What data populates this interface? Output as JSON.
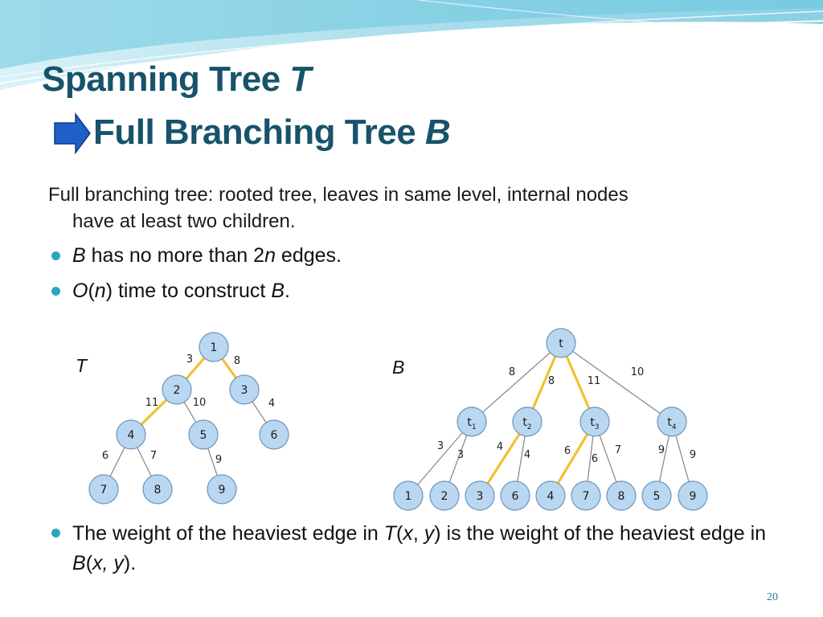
{
  "slide": {
    "title_line1": "Spanning Tree",
    "title_line1_var": "T",
    "title_line2": "Full Branching Tree",
    "title_line2_var": "B",
    "intro_line1": "Full branching tree:  rooted tree, leaves in same level, internal nodes",
    "intro_line2": "have at least two children.",
    "bullet1": {
      "var": "B",
      "text_a": " has no more than 2",
      "var2": "n",
      "text_b": " edges."
    },
    "bullet2": {
      "var": "O",
      "text_a": "(",
      "var2": "n",
      "text_b": ") time to construct ",
      "var3": "B",
      "text_c": "."
    },
    "bullet3": {
      "a": "The weight of the heaviest edge in ",
      "v1": "T",
      "b": "(",
      "v2": "x",
      "c": ", ",
      "v3": "y",
      "d": ") is the weight of the heaviest edge in ",
      "v4": "B",
      "e": "(",
      "v5": "x, y",
      "f": ")."
    },
    "label_T": "T",
    "label_B": "B",
    "page_number": "20"
  },
  "colors": {
    "title": "#17536b",
    "bullet": "#29a6c4",
    "node_fill": "#b9d7f1",
    "node_stroke": "#6f93b8",
    "edge": "#8c8c8c",
    "highlight_edge": "#f2c12e"
  },
  "tree_T": {
    "nodes": [
      {
        "id": "1",
        "label": "1"
      },
      {
        "id": "2",
        "label": "2"
      },
      {
        "id": "3",
        "label": "3"
      },
      {
        "id": "4",
        "label": "4"
      },
      {
        "id": "5",
        "label": "5"
      },
      {
        "id": "6",
        "label": "6"
      },
      {
        "id": "7",
        "label": "7"
      },
      {
        "id": "8",
        "label": "8"
      },
      {
        "id": "9",
        "label": "9"
      }
    ],
    "edges": [
      {
        "from": "1",
        "to": "2",
        "w": "3",
        "hl": true
      },
      {
        "from": "1",
        "to": "3",
        "w": "8",
        "hl": true
      },
      {
        "from": "2",
        "to": "4",
        "w": "11",
        "hl": true
      },
      {
        "from": "2",
        "to": "5",
        "w": "10",
        "hl": false
      },
      {
        "from": "3",
        "to": "6",
        "w": "4",
        "hl": false
      },
      {
        "from": "4",
        "to": "7",
        "w": "6",
        "hl": false
      },
      {
        "from": "4",
        "to": "8",
        "w": "7",
        "hl": false
      },
      {
        "from": "5",
        "to": "9",
        "w": "9",
        "hl": false
      }
    ]
  },
  "tree_B": {
    "nodes": [
      {
        "id": "t",
        "label": "t",
        "sub": ""
      },
      {
        "id": "t1",
        "label": "t",
        "sub": "1"
      },
      {
        "id": "t2",
        "label": "t",
        "sub": "2"
      },
      {
        "id": "t3",
        "label": "t",
        "sub": "3"
      },
      {
        "id": "t4",
        "label": "t",
        "sub": "4"
      },
      {
        "id": "L1",
        "label": "1",
        "sub": ""
      },
      {
        "id": "L2",
        "label": "2",
        "sub": ""
      },
      {
        "id": "L3",
        "label": "3",
        "sub": ""
      },
      {
        "id": "L6",
        "label": "6",
        "sub": ""
      },
      {
        "id": "L4",
        "label": "4",
        "sub": ""
      },
      {
        "id": "L7",
        "label": "7",
        "sub": ""
      },
      {
        "id": "L8",
        "label": "8",
        "sub": ""
      },
      {
        "id": "L5",
        "label": "5",
        "sub": ""
      },
      {
        "id": "L9",
        "label": "9",
        "sub": ""
      }
    ],
    "edges": [
      {
        "from": "t",
        "to": "t1",
        "w": "8",
        "hl": false
      },
      {
        "from": "t",
        "to": "t2",
        "w": "8",
        "hl": true
      },
      {
        "from": "t",
        "to": "t3",
        "w": "11",
        "hl": true
      },
      {
        "from": "t",
        "to": "t4",
        "w": "10",
        "hl": false
      },
      {
        "from": "t1",
        "to": "L1",
        "w": "3",
        "hl": false
      },
      {
        "from": "t1",
        "to": "L2",
        "w": "3",
        "hl": false
      },
      {
        "from": "t2",
        "to": "L3",
        "w": "4",
        "hl": true
      },
      {
        "from": "t2",
        "to": "L6",
        "w": "4",
        "hl": false
      },
      {
        "from": "t3",
        "to": "L4",
        "w": "6",
        "hl": true
      },
      {
        "from": "t3",
        "to": "L7",
        "w": "6",
        "hl": false
      },
      {
        "from": "t3",
        "to": "L8",
        "w": "7",
        "hl": false
      },
      {
        "from": "t4",
        "to": "L5",
        "w": "9",
        "hl": false
      },
      {
        "from": "t4",
        "to": "L9",
        "w": "9",
        "hl": false
      }
    ]
  }
}
